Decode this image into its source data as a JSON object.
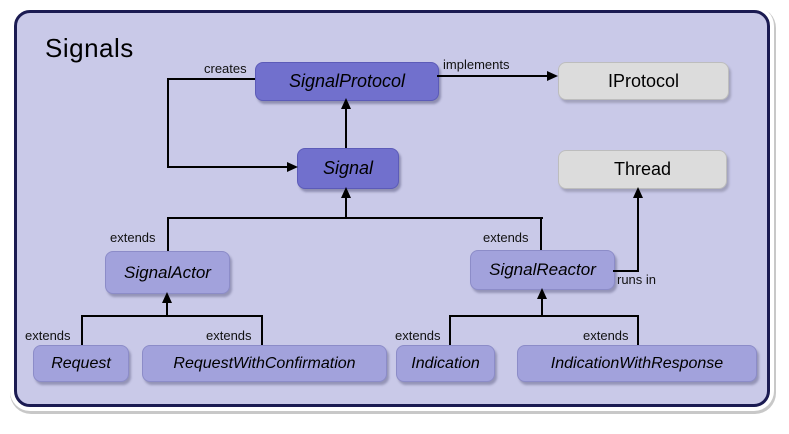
{
  "diagram": {
    "title": "Signals",
    "nodes": {
      "signal_protocol": {
        "label": "SignalProtocol"
      },
      "iprotocol": {
        "label": "IProtocol"
      },
      "signal": {
        "label": "Signal"
      },
      "thread": {
        "label": "Thread"
      },
      "signal_actor": {
        "label": "SignalActor"
      },
      "signal_reactor": {
        "label": "SignalReactor"
      },
      "request": {
        "label": "Request"
      },
      "request_with_confirmation": {
        "label": "RequestWithConfirmation"
      },
      "indication": {
        "label": "Indication"
      },
      "indication_with_response": {
        "label": "IndicationWithResponse"
      }
    },
    "edges": {
      "creates": {
        "label": "creates"
      },
      "implements": {
        "label": "implements"
      },
      "runs_in": {
        "label": "runs in"
      },
      "extends_signal_actor": {
        "label": "extends"
      },
      "extends_signal_reactor": {
        "label": "extends"
      },
      "extends_request": {
        "label": "extends"
      },
      "extends_request_with_confirmation": {
        "label": "extends"
      },
      "extends_indication": {
        "label": "extends"
      },
      "extends_indication_with_response": {
        "label": "extends"
      }
    },
    "colors": {
      "frame_background": "#c9c9e8",
      "frame_border": "#1b1b52",
      "class_primary": "#7170cd",
      "class_secondary": "#a2a2dc",
      "external_box": "#dcdcdc",
      "line": "#000000"
    }
  }
}
